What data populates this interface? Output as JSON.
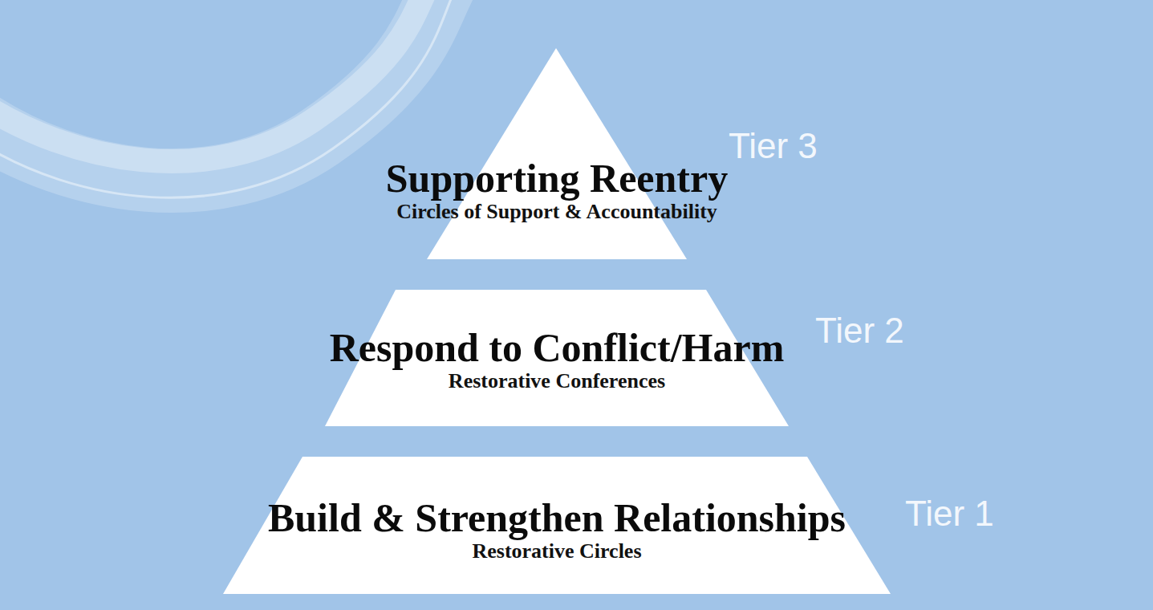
{
  "diagram": {
    "nodes": [
      {
        "text": [
          "Supporting Reentry",
          "Circles of Support & Accountability"
        ]
      },
      {
        "text": [
          "Respond to Conflict/Harm",
          "Restorative Conferences"
        ]
      },
      {
        "text": [
          "Build & Strengthen Relationships",
          "Restorative Circles"
        ]
      }
    ],
    "labels": [
      "Tier 3",
      "Tier 2",
      "Tier 1"
    ]
  }
}
